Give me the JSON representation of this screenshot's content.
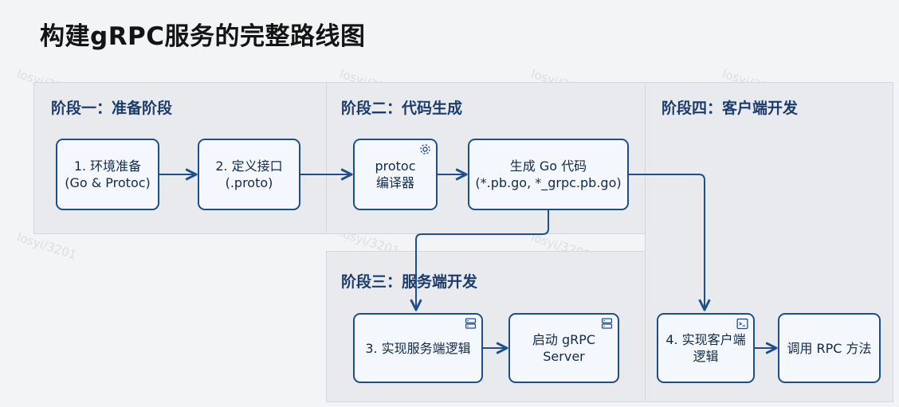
{
  "title": "构建gRPC服务的完整路线图",
  "watermark": "losyi/3201",
  "stages": {
    "s1": "阶段一：准备阶段",
    "s2": "阶段二：代码生成",
    "s3": "阶段三：服务端开发",
    "s4": "阶段四：客户端开发"
  },
  "nodes": {
    "env": "1. 环境准备\n(Go & Protoc)",
    "define": "2. 定义接口\n(.proto)",
    "protoc": "protoc\n编译器",
    "gen": "生成 Go 代码\n(*.pb.go, *_grpc.pb.go)",
    "server_logic": "3. 实现服务端逻辑",
    "start": "启动 gRPC\nServer",
    "client_logic": "4. 实现客户端\n逻辑",
    "call": "调用 RPC 方法"
  },
  "icons": {
    "protoc": "gear-icon",
    "server_logic": "server-icon",
    "start": "server-icon",
    "client_logic": "terminal-icon"
  },
  "colors": {
    "accent": "#1f4f8a",
    "node_fill": "#f4f8fd",
    "panel_fill": "#e8eaee",
    "stage_label": "#1c3c6e"
  }
}
